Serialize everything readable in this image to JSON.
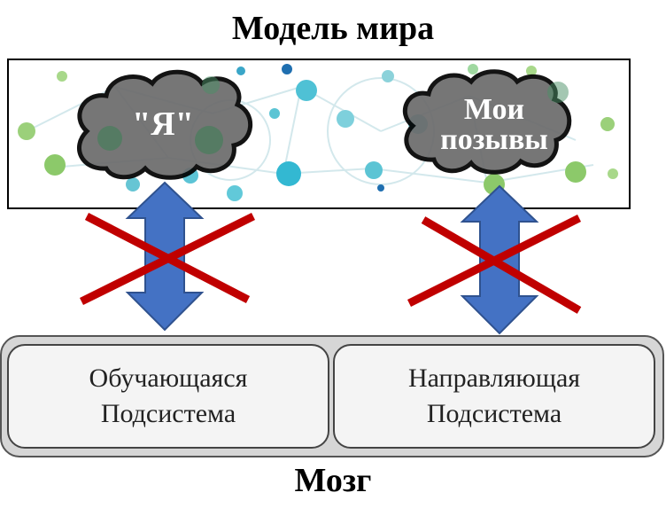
{
  "diagram": {
    "title": "Модель мира",
    "clouds": {
      "self_label": "\"Я\"",
      "urges_line1": "Мои",
      "urges_line2": "позывы"
    },
    "brain": {
      "label": "Мозг",
      "learning_subsystem": {
        "line1": "Обучающаяся",
        "line2": "Подсистема"
      },
      "steering_subsystem": {
        "line1": "Направляющая",
        "line2": "Подсистема"
      }
    },
    "colors": {
      "arrow": "#4472c4",
      "cross": "#c00000",
      "cloud": "#6b6b6b"
    }
  }
}
